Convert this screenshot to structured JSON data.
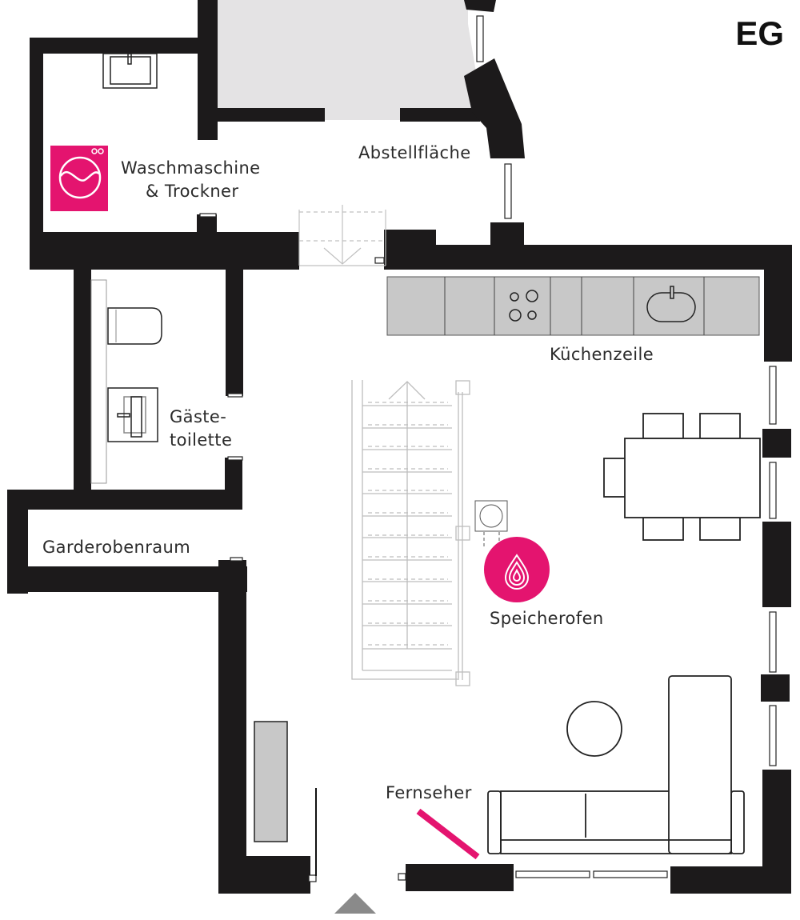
{
  "floor_label": "EG",
  "colors": {
    "wall": "#1c1a1b",
    "accent": "#e4146f",
    "counter": "#c8c8c8",
    "storage_area": "#e4e3e4",
    "stair_lines": "#bdbdbd",
    "entrance_arrow": "#8a8a8a"
  },
  "rooms": {
    "laundry": {
      "line1": "Waschmaschine",
      "line2": "& Trockner",
      "icon": "washing-machine-icon"
    },
    "storage": {
      "label": "Abstellfläche"
    },
    "kitchen": {
      "label": "Küchenzeile"
    },
    "guest_wc": {
      "line1": "Gäste-",
      "line2": "toilette"
    },
    "cloakroom": {
      "label": "Garderobenraum"
    },
    "stove": {
      "label": "Speicherofen",
      "icon": "flame-icon"
    },
    "tv": {
      "label": "Fernseher"
    }
  },
  "entrance": {
    "icon": "entrance-arrow-icon"
  }
}
